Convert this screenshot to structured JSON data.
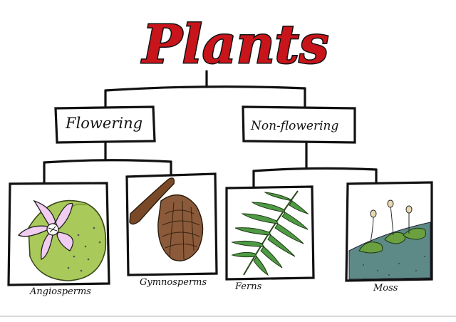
{
  "title": "Plants",
  "categories": {
    "flowering": "Flowering",
    "non_flowering": "Non-flowering"
  },
  "examples": [
    {
      "caption": "Angiosperms",
      "icon": "flower-lemon-icon"
    },
    {
      "caption": "Gymnosperms",
      "icon": "pine-cone-icon"
    },
    {
      "caption": "Ferns",
      "icon": "fern-frond-icon"
    },
    {
      "caption": "Moss",
      "icon": "moss-icon"
    }
  ],
  "colors": {
    "title": "#c8151b",
    "lemon": "#a9c95a",
    "cone": "#8a5a3a",
    "fern": "#3f8a3a",
    "moss_rock": "#5d8a86",
    "moss_green": "#5b8f3a",
    "flower": "#e8a8e8"
  }
}
